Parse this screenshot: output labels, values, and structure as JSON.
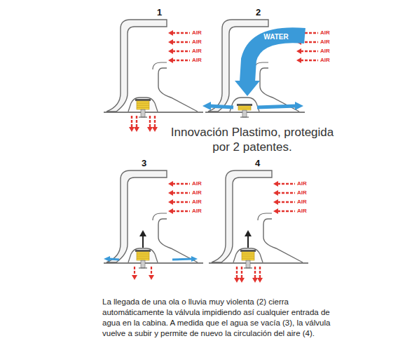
{
  "diagram": {
    "title": "Innovación Plastimo, protegida por 2 patentes.",
    "caption": "La llegada de una ola o lluvia muy violenta (2) cierra automáticamente la válvula impidiendo así cualquier entrada de agua en la cabina. A medida que el agua se vacía (3), la válvula vuelve a subir y permite de nuevo la circulación del aire (4).",
    "labels": [
      "1",
      "AIR",
      "AIR",
      "AIR",
      "AIR",
      "2",
      "WATER",
      "AIR",
      "AIR",
      "AIR",
      "AIR",
      "3",
      "AIR",
      "AIR",
      "AIR",
      "AIR",
      "4",
      "AIR",
      "AIR",
      "AIR",
      "AIR"
    ]
  }
}
